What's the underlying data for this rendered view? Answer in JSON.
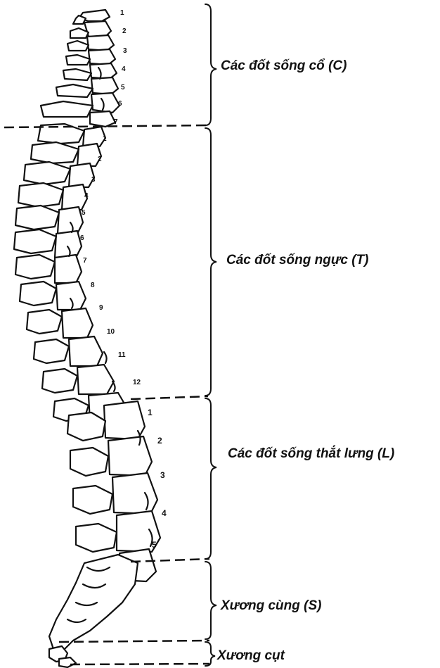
{
  "diagram": {
    "regions": [
      {
        "key": "cervical",
        "label": "Các đốt sống cổ (C)",
        "count": 7
      },
      {
        "key": "thoracic",
        "label": "Các đốt sống ngực (T)",
        "count": 12
      },
      {
        "key": "lumbar",
        "label": "Các đốt sống thắt lưng (L)",
        "count": 5
      },
      {
        "key": "sacrum",
        "label": "Xương cùng (S)"
      },
      {
        "key": "coccyx",
        "label": "Xương cụt"
      }
    ],
    "vertebra_numbers": {
      "cervical": [
        "1",
        "2",
        "3",
        "4",
        "5",
        "6",
        "7"
      ],
      "thoracic": [
        "1",
        "2",
        "3",
        "4",
        "5",
        "6",
        "7",
        "8",
        "9",
        "10",
        "11",
        "12"
      ],
      "lumbar": [
        "1",
        "2",
        "3",
        "4",
        "5"
      ]
    }
  },
  "colors": {
    "ink": "#111111",
    "background": "#ffffff"
  }
}
